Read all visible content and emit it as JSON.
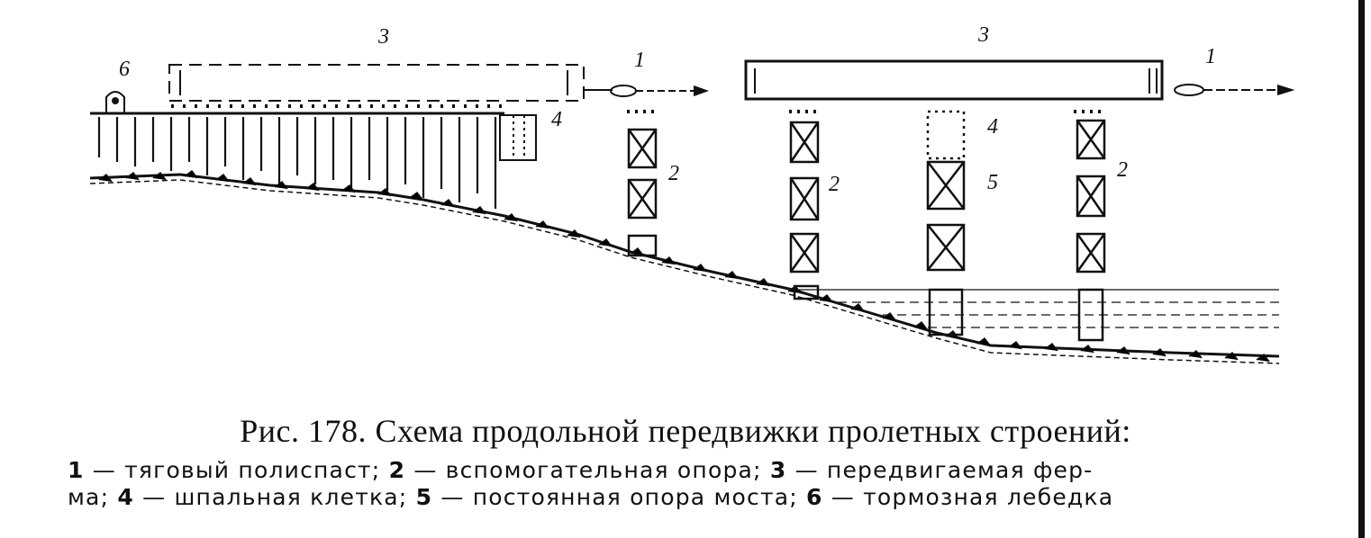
{
  "figure": {
    "labels": {
      "left_truss": "3",
      "left_winch": "6",
      "left_pulley": "1",
      "left_crib": "4",
      "left_support": "2",
      "right_truss": "3",
      "right_pulley": "1",
      "crib_middle": "4",
      "pier_middle": "5",
      "support_a": "2",
      "support_b": "2"
    }
  },
  "caption": {
    "title": "Рис. 178. Схема продольной передвижки пролетных строений:",
    "legend": [
      {
        "num": "1",
        "text": " — тяговый  полиспаст;  "
      },
      {
        "num": "2",
        "text": " — вспомогательная  опора;   "
      },
      {
        "num": "3",
        "text": " — передвигаемая  фер-"
      }
    ],
    "legend2": [
      {
        "num": "",
        "text": "ма;  "
      },
      {
        "num": "4",
        "text": " — шпальная  клетка;  "
      },
      {
        "num": "5",
        "text": " — постоянная  опора  моста;  "
      },
      {
        "num": "6",
        "text": " — тормозная  лебедка"
      }
    ]
  }
}
